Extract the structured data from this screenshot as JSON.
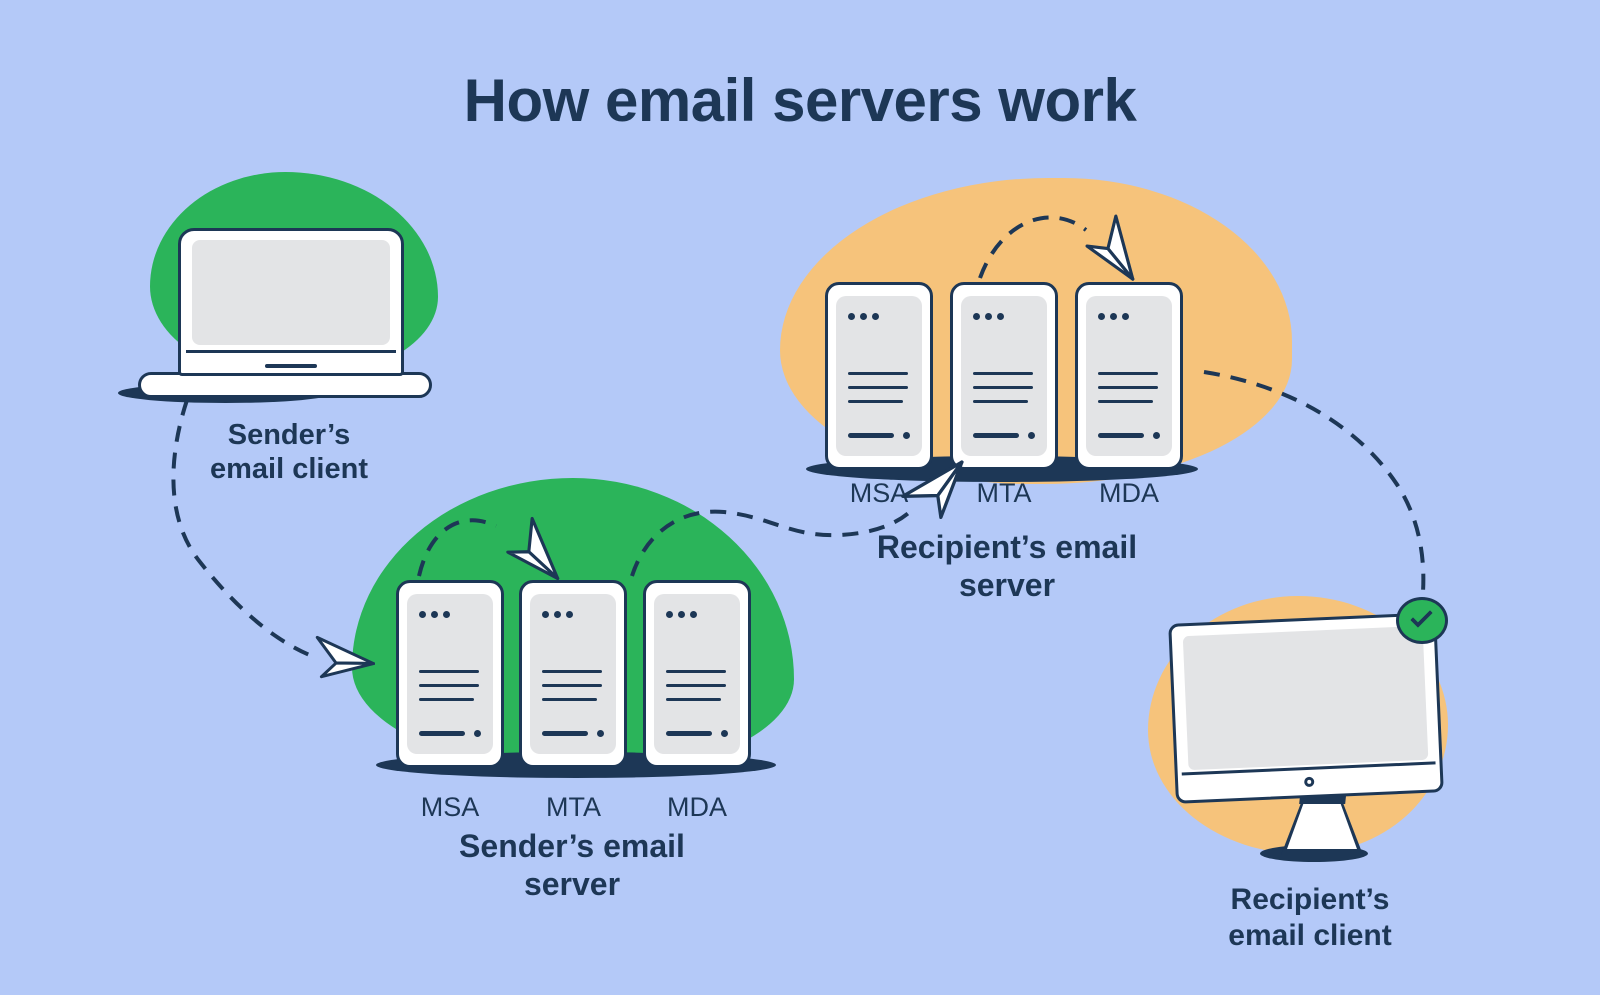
{
  "title": "How email servers work",
  "colors": {
    "background": "#B4C9F8",
    "green": "#2BB45A",
    "orange": "#F6C37B",
    "navy": "#1D3756",
    "panel": "#E3E4E6",
    "white": "#FFFFFF"
  },
  "nodes": {
    "sender_client": {
      "line1": "Sender’s",
      "line2": "email client"
    },
    "sender_server": {
      "line1": "Sender’s email",
      "line2": "server",
      "units": [
        "MSA",
        "MTA",
        "MDA"
      ]
    },
    "recipient_server": {
      "line1": "Recipient’s email",
      "line2": "server",
      "units": [
        "MSA",
        "MTA",
        "MDA"
      ]
    },
    "recipient_client": {
      "line1": "Recipient’s",
      "line2": "email client"
    }
  },
  "icons": {
    "paper_plane": "paper-plane-icon",
    "check": "check-circle-icon",
    "server_dots": "server-dots-icon"
  }
}
